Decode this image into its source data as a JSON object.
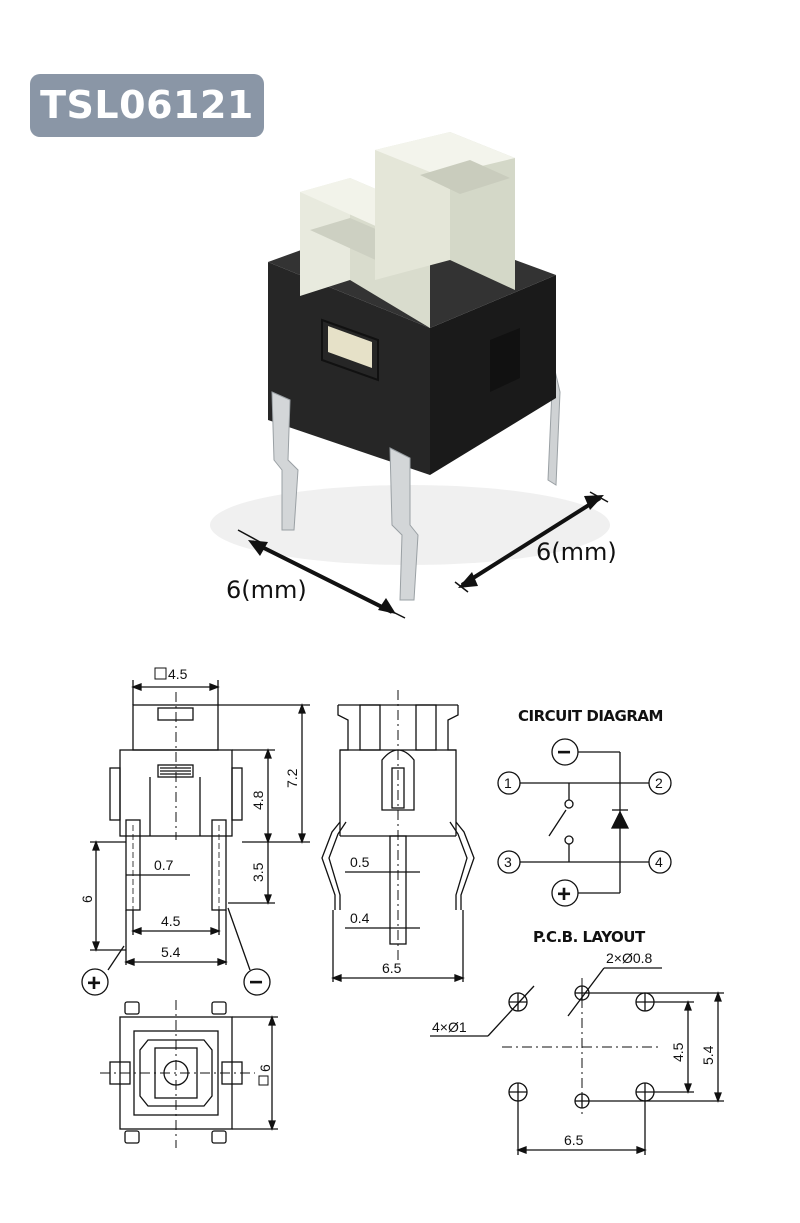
{
  "product": {
    "model": "TSL06121"
  },
  "photo": {
    "dim_front": "6(mm)",
    "dim_side": "6(mm)"
  },
  "front_view": {
    "top_width": "4.5",
    "height_total": "7.2",
    "height_body": "4.8",
    "pin_length": "3.5",
    "pin_span": "6",
    "pin_width": "0.7",
    "pin_pitch_inner": "4.5",
    "pin_pitch_outer": "5.4",
    "plus_symbol": "+",
    "minus_symbol": "−"
  },
  "side_view": {
    "dim_a": "0.5",
    "dim_b": "0.4",
    "width": "6.5"
  },
  "top_view": {
    "size": "6"
  },
  "circuit": {
    "title": "CIRCUIT DIAGRAM",
    "pins": [
      "1",
      "2",
      "3",
      "4"
    ],
    "minus": "−",
    "plus": "+"
  },
  "pcb": {
    "title": "P.C.B. LAYOUT",
    "small_holes": "2×Ø0.8",
    "large_holes": "4×Ø1",
    "dim_vertical_inner": "4.5",
    "dim_vertical_outer": "5.4",
    "dim_horizontal": "6.5"
  },
  "colors": {
    "badge": "#8a96a6",
    "body": "#262626",
    "cap": "#e8eade",
    "pin": "#cfd2d4"
  }
}
